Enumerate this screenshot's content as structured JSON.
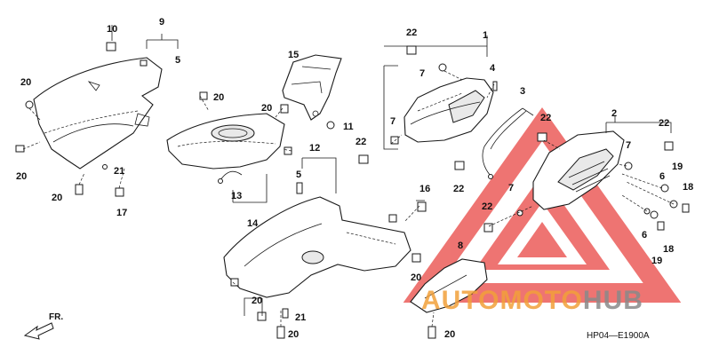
{
  "diagram": {
    "reference_code": "HP04—E1900A",
    "front_label": "FR.",
    "callouts": [
      "1",
      "2",
      "3",
      "4",
      "5",
      "6",
      "7",
      "8",
      "9",
      "10",
      "11",
      "12",
      "13",
      "14",
      "15",
      "16",
      "17",
      "18",
      "19",
      "20",
      "21",
      "22"
    ]
  },
  "watermark": {
    "brand_part_a": "AUTOMOTO",
    "brand_part_b": "HUB",
    "color_a": "#f2a03a",
    "color_b": "#8a8a8a",
    "logo_color": "#e8403c"
  }
}
